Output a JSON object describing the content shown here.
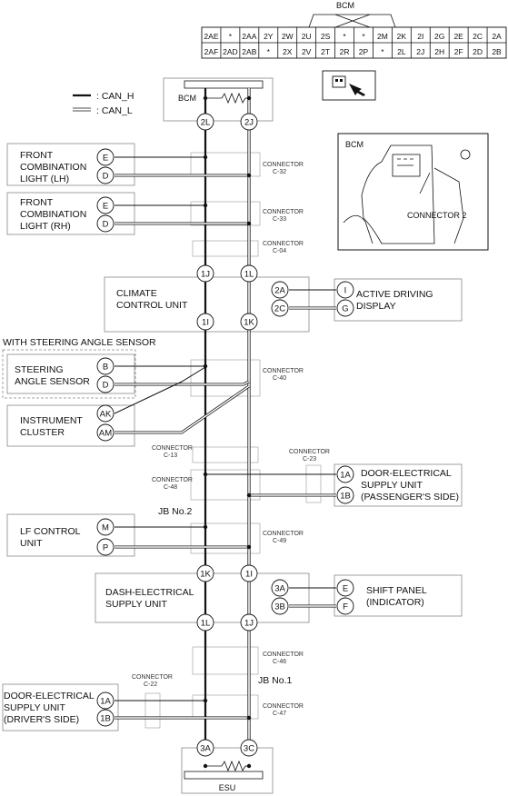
{
  "legend": {
    "can_h": ": CAN_H",
    "can_l": ": CAN_L"
  },
  "bcm_header": {
    "title": "BCM",
    "row1": [
      "2AE",
      "*",
      "2AA",
      "2Y",
      "2W",
      "2U",
      "2S",
      "*",
      "*",
      "2M",
      "2K",
      "2I",
      "2G",
      "2E",
      "2C",
      "2A"
    ],
    "row2": [
      "2AF",
      "2AD",
      "2AB",
      "*",
      "2X",
      "2V",
      "2T",
      "2R",
      "2P",
      "*",
      "2L",
      "2J",
      "2H",
      "2F",
      "2D",
      "2B"
    ]
  },
  "photo": {
    "title": "BCM",
    "label": "CONNECTOR 2"
  },
  "modules": {
    "bcm": "BCM",
    "esu": "ESU",
    "front_lh": [
      "FRONT",
      "COMBINATION",
      "LIGHT (LH)"
    ],
    "front_rh": [
      "FRONT",
      "COMBINATION",
      "LIGHT (RH)"
    ],
    "climate": [
      "CLIMATE",
      "CONTROL UNIT"
    ],
    "active": [
      "ACTIVE DRIVING",
      "DISPLAY"
    ],
    "with_sas": "WITH STEERING ANGLE SENSOR",
    "sas": [
      "STEERING",
      "ANGLE SENSOR"
    ],
    "cluster": [
      "INSTRUMENT",
      "CLUSTER"
    ],
    "door_pass": [
      "DOOR-ELECTRICAL",
      "SUPPLY UNIT",
      "(PASSENGER'S SIDE)"
    ],
    "lf": [
      "LF CONTROL",
      "UNIT"
    ],
    "dash": [
      "DASH-ELECTRICAL",
      "SUPPLY UNIT"
    ],
    "shift": [
      "SHIFT PANEL",
      "(INDICATOR)"
    ],
    "door_drv": [
      "DOOR-ELECTRICAL",
      "SUPPLY UNIT",
      "(DRIVER'S SIDE)"
    ],
    "jb2": "JB No.2",
    "jb1": "JB No.1"
  },
  "connectors": {
    "c32": [
      "CONNECTOR",
      "C-32"
    ],
    "c33": [
      "CONNECTOR",
      "C-33"
    ],
    "c04": [
      "CONNECTOR",
      "C-04"
    ],
    "c40": [
      "CONNECTOR",
      "C-40"
    ],
    "c13": [
      "CONNECTOR",
      "C-13"
    ],
    "c23": [
      "CONNECTOR",
      "C-23"
    ],
    "c48": [
      "CONNECTOR",
      "C-48"
    ],
    "c49": [
      "CONNECTOR",
      "C-49"
    ],
    "c46": [
      "CONNECTOR",
      "C-46"
    ],
    "c22": [
      "CONNECTOR",
      "C-22"
    ],
    "c47": [
      "CONNECTOR",
      "C-47"
    ]
  },
  "pins": {
    "bcm_l": "2L",
    "bcm_r": "2J",
    "lh_h": "E",
    "lh_l": "D",
    "rh_h": "E",
    "rh_l": "D",
    "cc_top_l": "1J",
    "cc_top_r": "1L",
    "cc_bot_l": "1I",
    "cc_bot_r": "1K",
    "cc_2a": "2A",
    "cc_2c": "2C",
    "ad_i": "I",
    "ad_g": "G",
    "sas_b": "B",
    "sas_d": "D",
    "ic_ak": "AK",
    "ic_am": "AM",
    "dp_1a": "1A",
    "dp_1b": "1B",
    "lf_m": "M",
    "lf_p": "P",
    "ds_top_l": "1K",
    "ds_top_r": "1I",
    "ds_bot_l": "1L",
    "ds_bot_r": "1J",
    "ds_3a": "3A",
    "ds_3b": "3B",
    "sp_e": "E",
    "sp_f": "F",
    "dd_1a": "1A",
    "dd_1b": "1B",
    "esu_l": "3A",
    "esu_r": "3C"
  }
}
